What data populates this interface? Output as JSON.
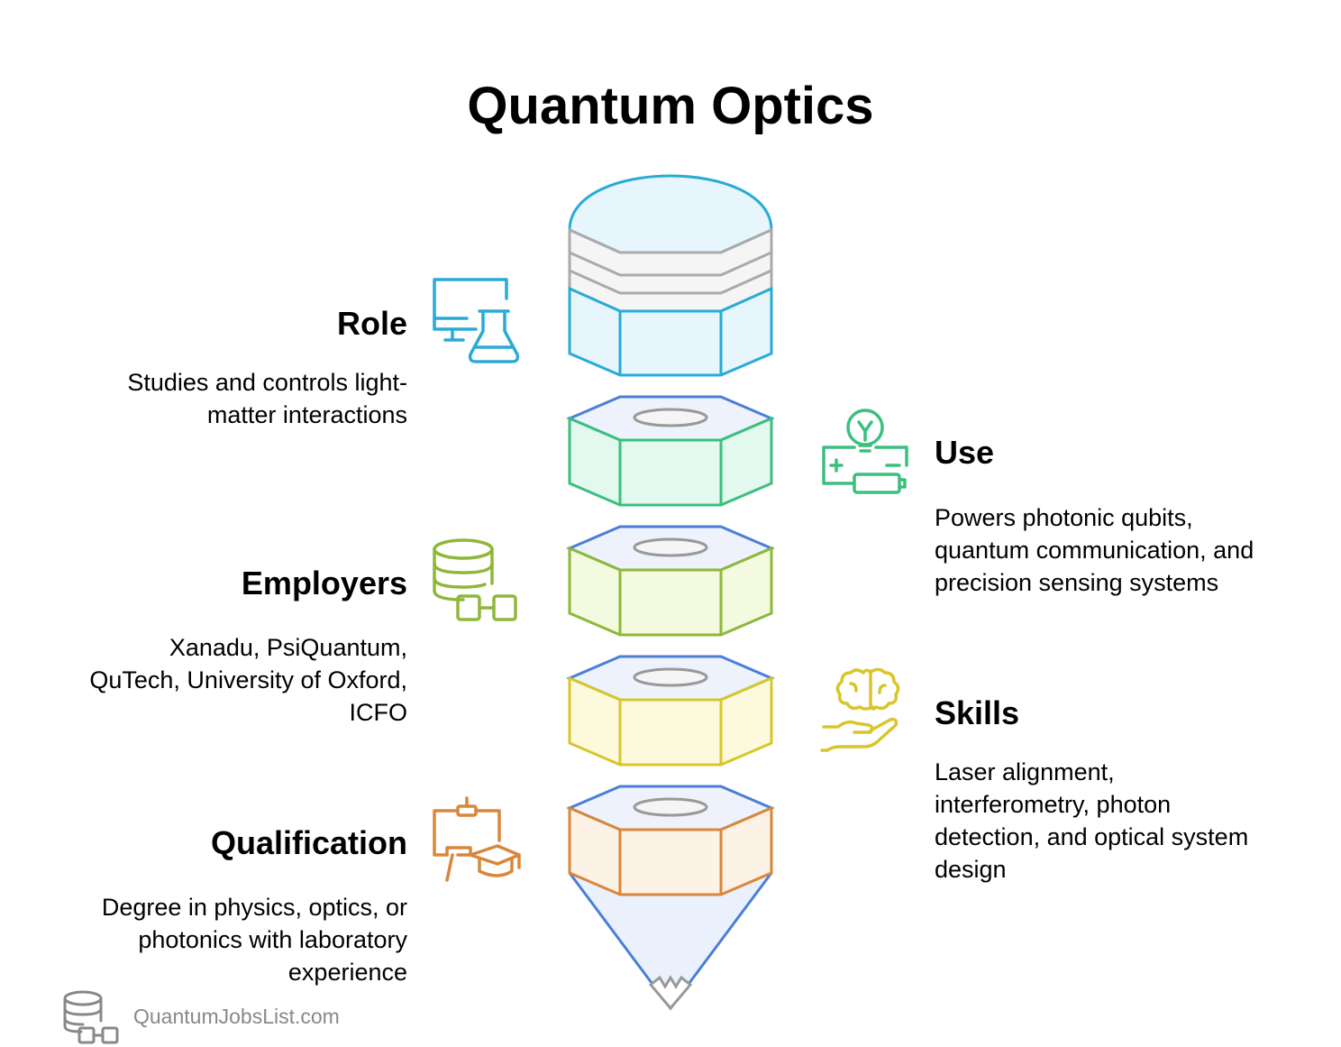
{
  "title": "Quantum Optics",
  "sections": {
    "role": {
      "heading": "Role",
      "lines": [
        "Studies and controls light-",
        "matter interactions"
      ],
      "icon": "monitor-flask-icon",
      "color": "#29ABD6"
    },
    "use": {
      "heading": "Use",
      "lines": [
        "Powers photonic qubits,",
        "quantum communication, and",
        "precision sensing systems"
      ],
      "icon": "lightbulb-battery-icon",
      "color": "#3BBF7E"
    },
    "employers": {
      "heading": "Employers",
      "lines": [
        "Xanadu, PsiQuantum,",
        "QuTech, University of Oxford,",
        "ICFO"
      ],
      "icon": "database-network-icon",
      "color": "#8DB83A"
    },
    "skills": {
      "heading": "Skills",
      "lines": [
        "Laser alignment,",
        "interferometry, photon",
        "detection, and optical system",
        "design"
      ],
      "icon": "brain-hand-icon",
      "color": "#D8C62A"
    },
    "qualification": {
      "heading": "Qualification",
      "lines": [
        "Degree in physics, optics, or",
        "photonics with laboratory",
        "experience"
      ],
      "icon": "teacher-graduation-cap-icon",
      "color": "#D9873A"
    }
  },
  "footer": {
    "text": "QuantumJobsList.com",
    "icon": "database-logo-icon"
  }
}
